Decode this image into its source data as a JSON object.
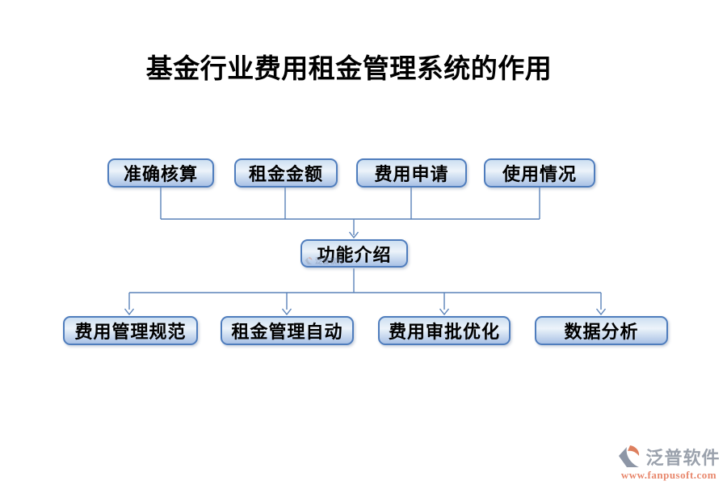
{
  "title": "基金行业费用租金管理系统的作用",
  "diagram": {
    "top_row": [
      {
        "label": "准确核算"
      },
      {
        "label": "租金金额"
      },
      {
        "label": "费用申请"
      },
      {
        "label": "使用情况"
      }
    ],
    "center": {
      "label": "功能介绍"
    },
    "bottom_row": [
      {
        "label": "费用管理规范"
      },
      {
        "label": "租金管理自动"
      },
      {
        "label": "费用审批优化"
      },
      {
        "label": "数据分析"
      }
    ]
  },
  "watermark": {
    "brand": "泛普软件",
    "url": "www.fanpusoft.com"
  },
  "colors": {
    "box_border": "#4f7dbd",
    "box_fill_light": "#edf3fa",
    "box_fill_dark": "#a9c1e5",
    "connector": "#5a82b8",
    "title_text": "#000000",
    "brand_gray": "#9aa1ac",
    "brand_orange": "#e8876c"
  }
}
